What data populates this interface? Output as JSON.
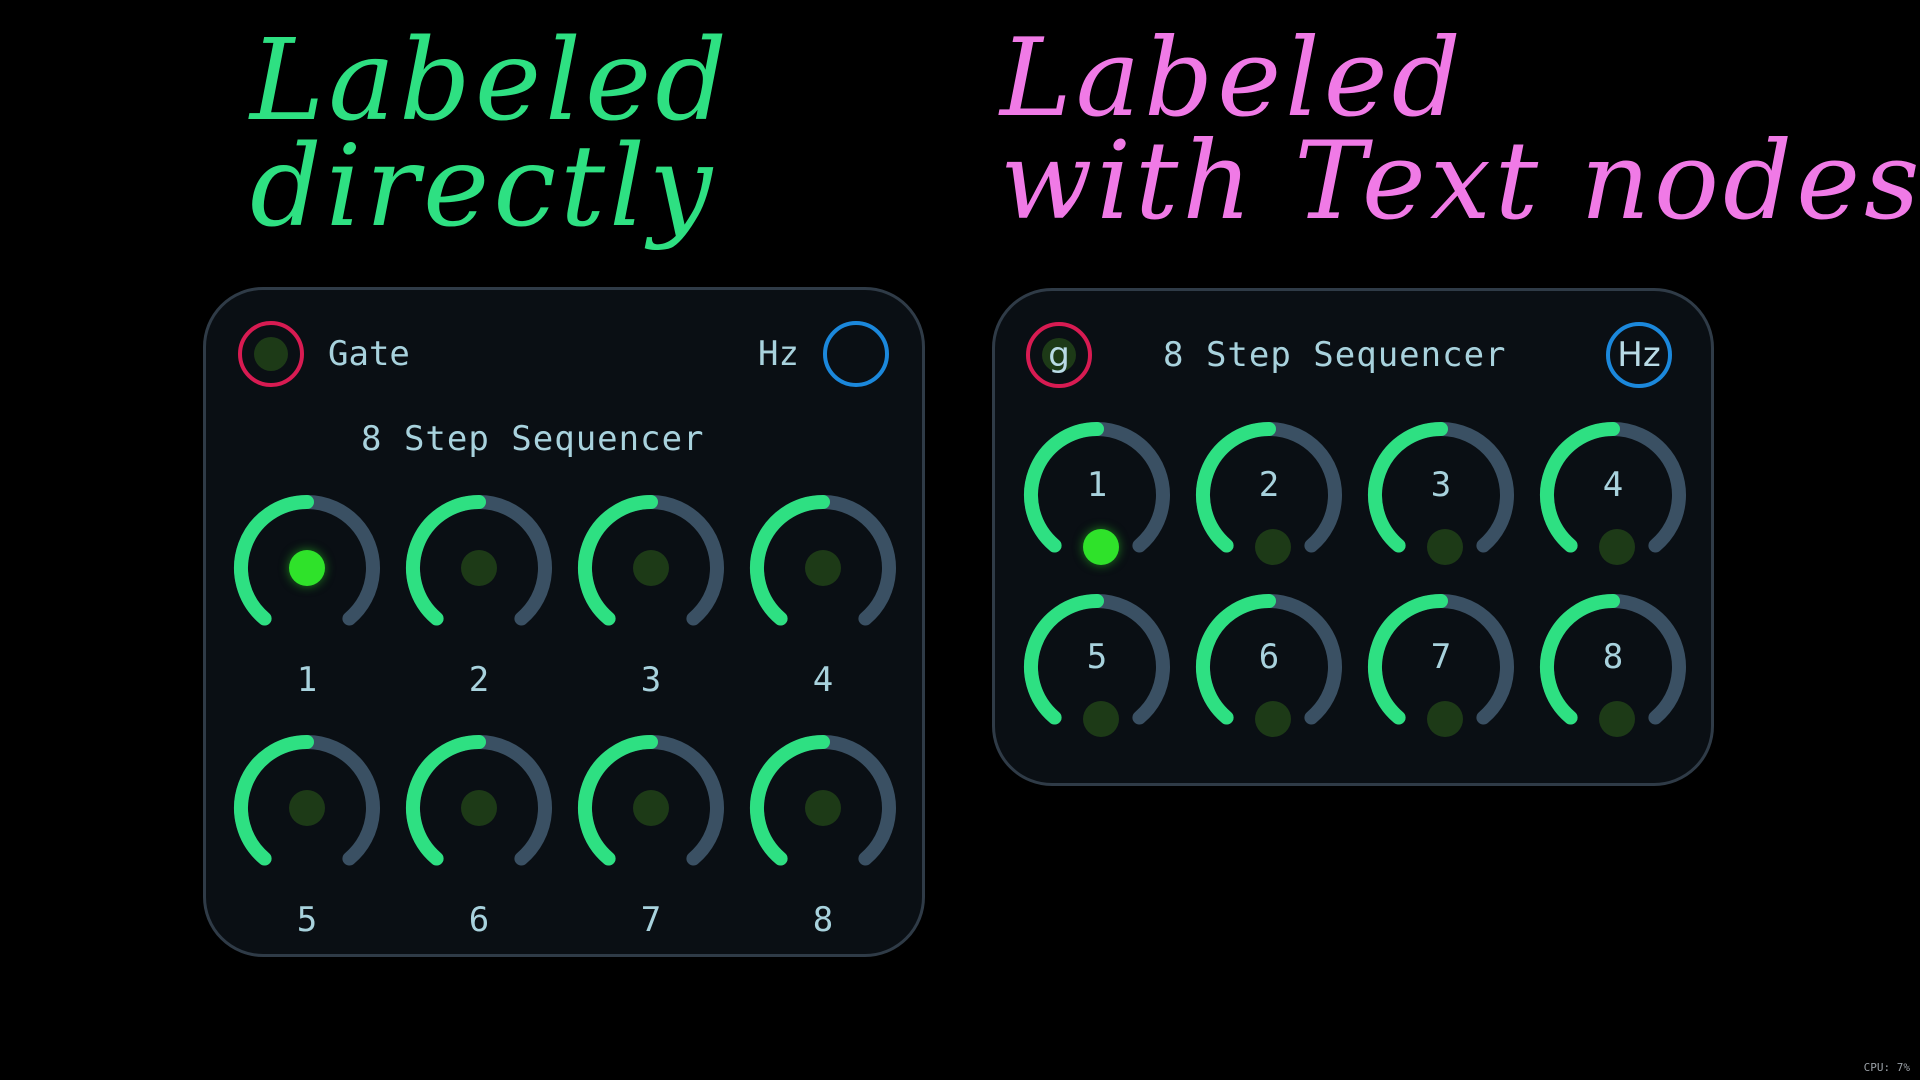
{
  "annotations": {
    "left": "Labeled\ndirectly",
    "right": "Labeled\nwith Text nodes"
  },
  "panel_left": {
    "gate_label": "Gate",
    "hz_label": "Hz",
    "title": "8 Step Sequencer",
    "knobs": [
      {
        "label": "1",
        "value": 0.5,
        "active": true
      },
      {
        "label": "2",
        "value": 0.5,
        "active": false
      },
      {
        "label": "3",
        "value": 0.5,
        "active": false
      },
      {
        "label": "4",
        "value": 0.5,
        "active": false
      },
      {
        "label": "5",
        "value": 0.5,
        "active": false
      },
      {
        "label": "6",
        "value": 0.5,
        "active": false
      },
      {
        "label": "7",
        "value": 0.5,
        "active": false
      },
      {
        "label": "8",
        "value": 0.5,
        "active": false
      }
    ]
  },
  "panel_right": {
    "gate_text": "g",
    "hz_text": "Hz",
    "title": "8 Step Sequencer",
    "knobs": [
      {
        "label": "1",
        "value": 0.5,
        "active": true
      },
      {
        "label": "2",
        "value": 0.5,
        "active": false
      },
      {
        "label": "3",
        "value": 0.5,
        "active": false
      },
      {
        "label": "4",
        "value": 0.5,
        "active": false
      },
      {
        "label": "5",
        "value": 0.5,
        "active": false
      },
      {
        "label": "6",
        "value": 0.5,
        "active": false
      },
      {
        "label": "7",
        "value": 0.5,
        "active": false
      },
      {
        "label": "8",
        "value": 0.5,
        "active": false
      }
    ]
  },
  "colors": {
    "accent": "#2ee082",
    "track": "#3a5063",
    "led_on": "#2fe22a",
    "led_off": "#1d3a17",
    "gate_port": "#d81b52",
    "hz_port": "#1b88dc"
  },
  "status": {
    "cpu": "CPU: 7%"
  }
}
